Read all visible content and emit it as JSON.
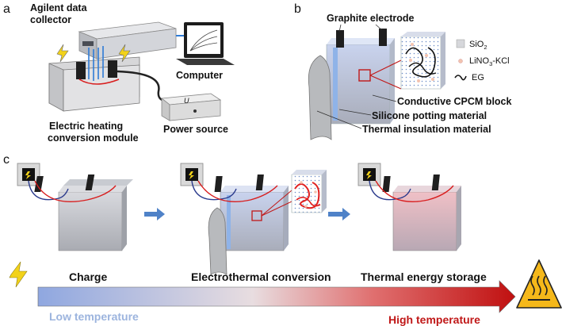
{
  "panels": {
    "a": {
      "letter": "a",
      "data_collector": [
        "Agilent data",
        "collector"
      ],
      "computer": "Computer",
      "module": [
        "Electric heating",
        "conversion module"
      ],
      "power": "Power source",
      "power_symbol": "U"
    },
    "b": {
      "letter": "b",
      "graphite": "Graphite electrode",
      "legend": {
        "sio2": [
          "SiO",
          "2"
        ],
        "salt": [
          "LiNO",
          "3",
          "-KCl"
        ],
        "eg": "EG"
      },
      "cpcm": "Conductive CPCM block",
      "silicone": "Silicone potting material",
      "insulation": "Thermal insulation material"
    },
    "c": {
      "letter": "c",
      "stages": [
        "Charge",
        "Electrothermal conversion",
        "Thermal energy storage"
      ],
      "low": "Low temperature",
      "high": "High temperature"
    }
  },
  "colors": {
    "gradient_start": "#3f6fd0",
    "gradient_end": "#c01010",
    "low_text": "#9cb4de",
    "high_text": "#c01818",
    "wire_red": "#d81e1e",
    "wire_blue": "#2a3a8c",
    "warning": "#f5b81a"
  },
  "icons": [
    "lightning-icon",
    "hot-surface-warning-icon",
    "power-switch-icon"
  ]
}
